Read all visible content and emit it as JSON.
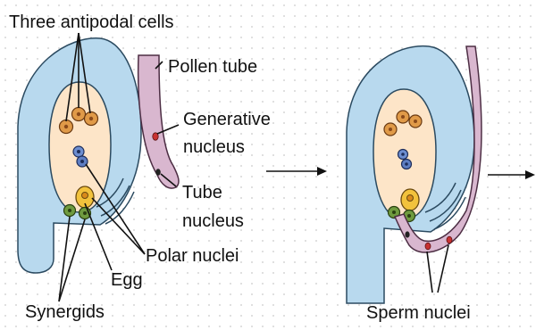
{
  "labels": {
    "antipodal_cells": "Three antipodal cells",
    "pollen_tube": "Pollen tube",
    "generative_nucleus_1": "Generative",
    "generative_nucleus_2": "nucleus",
    "tube_nucleus_1": "Tube",
    "tube_nucleus_2": "nucleus",
    "polar_nuclei": "Polar nuclei",
    "egg": "Egg",
    "synergids": "Synergids",
    "sperm_nuclei": "Sperm nuclei"
  },
  "colors": {
    "integument": "#b8d9ee",
    "integument_stroke": "#2b4a60",
    "embryo_sac": "#fde5c8",
    "pollen_tube": "#d9b7cf",
    "pollen_tube_stroke": "#4d2e44",
    "cell_orange": "#e09a48",
    "cell_yellow": "#f2c23c",
    "cell_green": "#6f9b3f",
    "polar_blue": "#5e7ec2",
    "nucleus_red": "#c83232",
    "arrow": "#111111"
  }
}
